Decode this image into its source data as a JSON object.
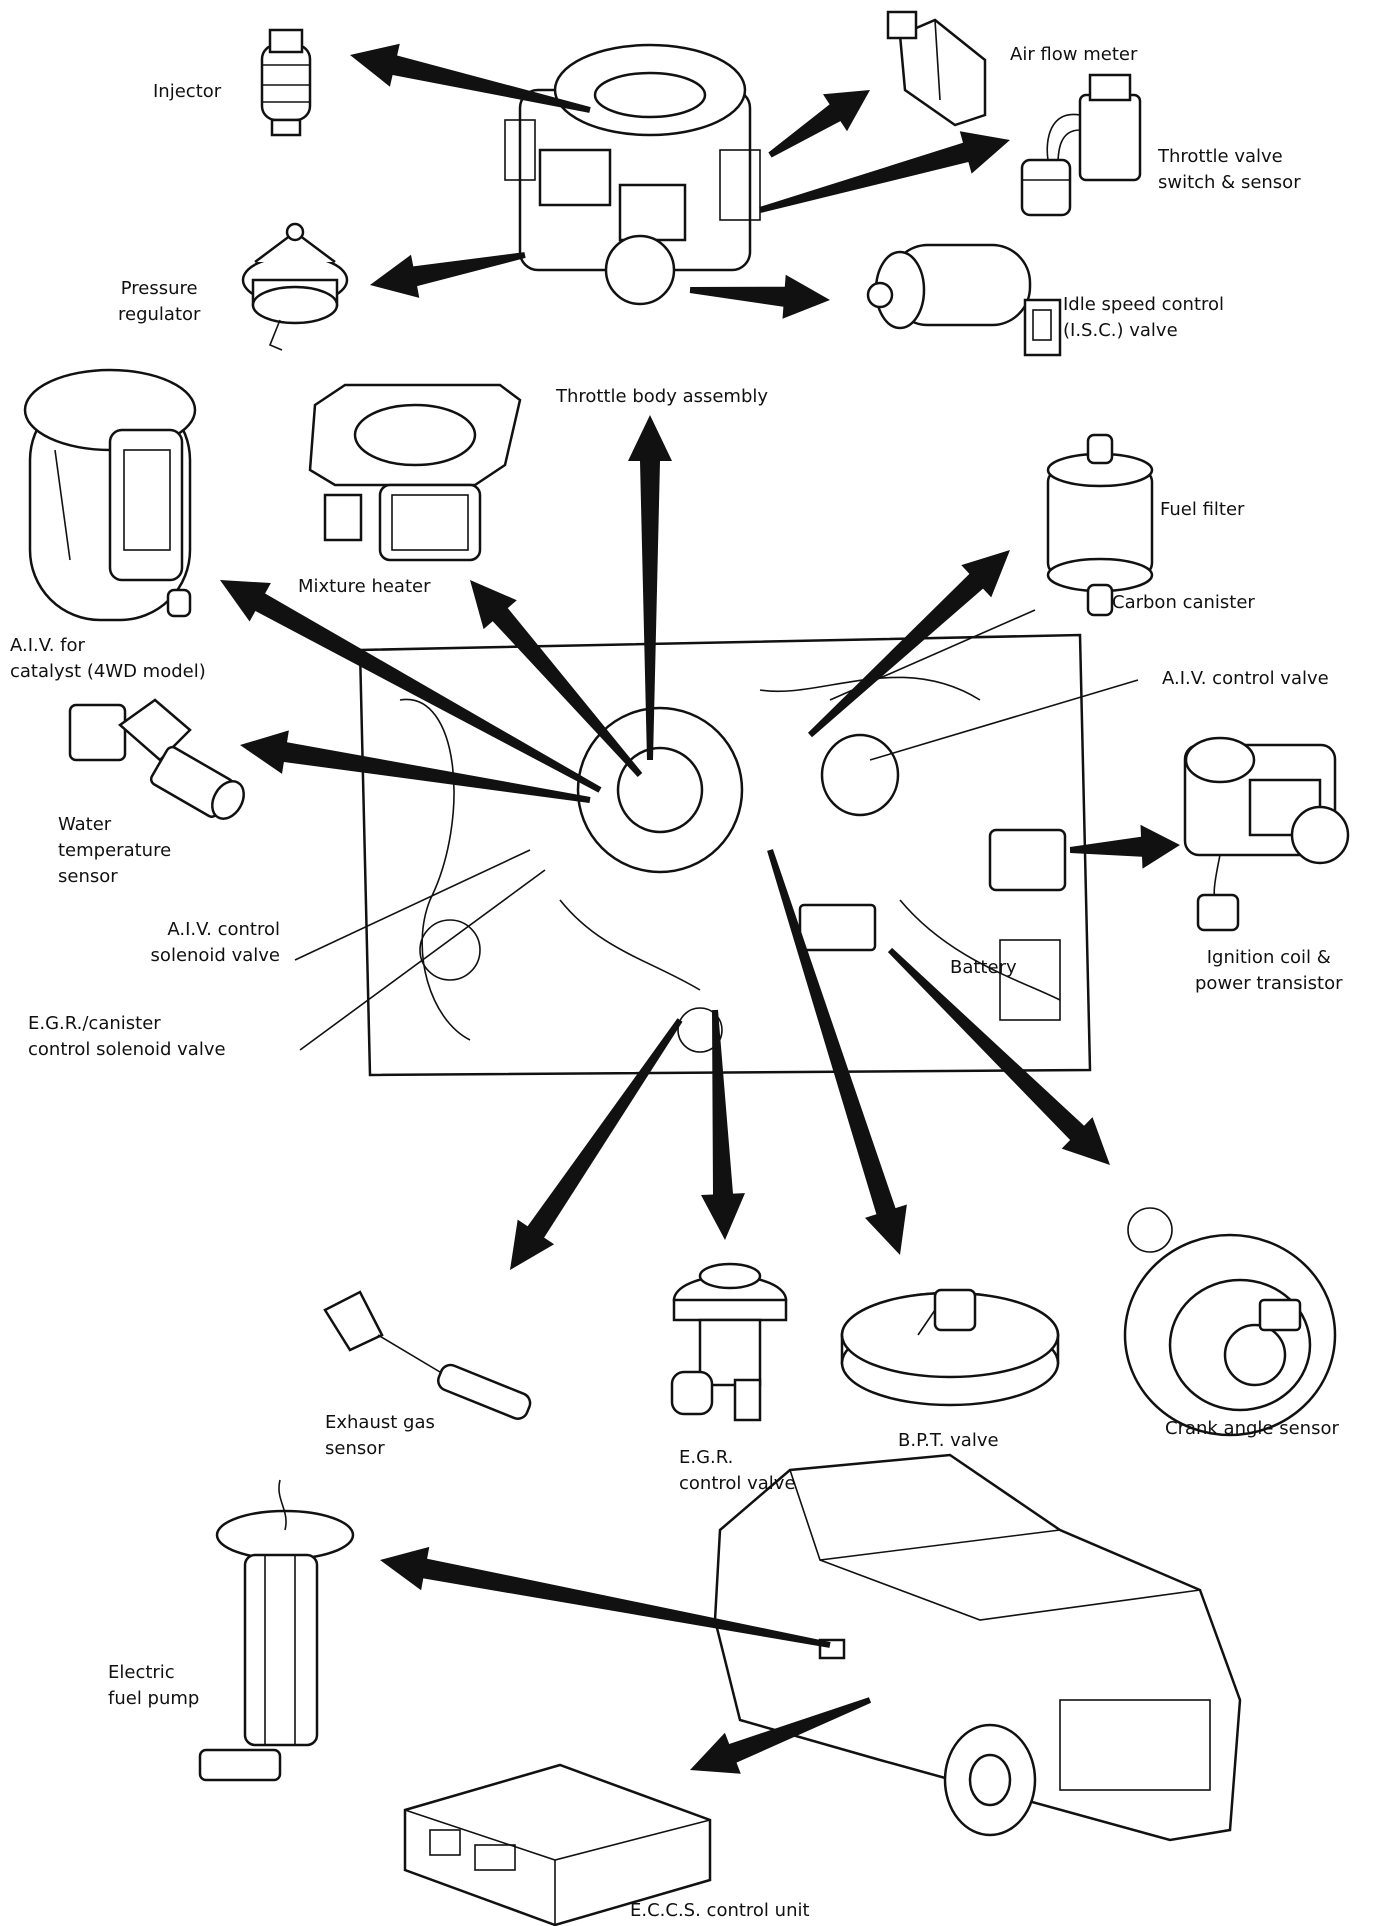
{
  "top_caption": "",
  "labels": {
    "injector": [
      "Injector"
    ],
    "air_flow_meter": [
      "Air flow meter"
    ],
    "throttle_valve_switch": [
      "Throttle valve",
      "switch & sensor"
    ],
    "pressure_regulator": [
      "Pressure",
      "regulator"
    ],
    "isc_valve": [
      "Idle speed control",
      "(I.S.C.) valve"
    ],
    "throttle_body": [
      "Throttle body assembly"
    ],
    "mixture_heater": [
      "Mixture heater"
    ],
    "fuel_filter": [
      "Fuel filter"
    ],
    "carbon_canister": [
      "Carbon canister"
    ],
    "aiv_catalyst": [
      "A.I.V. for",
      "catalyst (4WD model)"
    ],
    "aiv_control_valve": [
      "A.I.V. control valve"
    ],
    "water_temp_sensor": [
      "Water",
      "temperature",
      "sensor"
    ],
    "aiv_solenoid": [
      "A.I.V. control",
      "solenoid valve"
    ],
    "egr_canister_solenoid": [
      "E.G.R./canister",
      "control solenoid valve"
    ],
    "battery": [
      "Battery"
    ],
    "ignition_coil": [
      "Ignition coil &",
      "power transistor"
    ],
    "exhaust_gas_sensor": [
      "Exhaust gas",
      "sensor"
    ],
    "egr_valve": [
      "E.G.R.",
      "control valve"
    ],
    "bpt_valve": [
      "B.P.T. valve"
    ],
    "crank_angle_sensor": [
      "Crank angle sensor"
    ],
    "fuel_pump": [
      "Electric",
      "fuel pump"
    ],
    "eccs_unit": [
      "E.C.C.S. control unit"
    ]
  }
}
